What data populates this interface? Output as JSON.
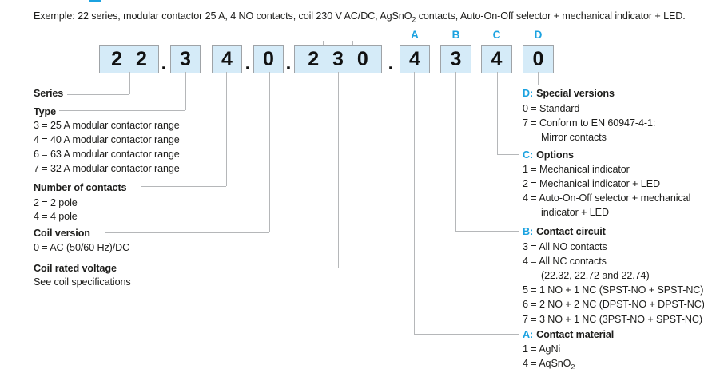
{
  "colors": {
    "accent_cyan": "#1ba2e0",
    "box_fill": "#d5ebf8",
    "box_border": "#9fa3a7",
    "connector_gray": "#b5b7b9",
    "text": "#1d1d1b"
  },
  "example": {
    "pre": "Exemple: 22 series, modular contactor 25 A, 4 NO contacts, coil 230 V AC/DC, AgSnO",
    "sub": "2",
    "post": " contacts, Auto-On-Off selector + mechanical indicator + LED."
  },
  "code": {
    "separator": ".",
    "boxes": [
      {
        "text": "2 2"
      },
      {
        "text": "3"
      },
      {
        "text": "4"
      },
      {
        "text": "0"
      },
      {
        "text": "2 3 0"
      },
      {
        "text": "4",
        "marker": "A"
      },
      {
        "text": "3",
        "marker": "B"
      },
      {
        "text": "4",
        "marker": "C"
      },
      {
        "text": "0",
        "marker": "D"
      }
    ]
  },
  "left": {
    "series": {
      "title": "Series"
    },
    "type": {
      "title": "Type",
      "items": [
        "3 = 25 A modular contactor range",
        "4 = 40 A modular contactor range",
        "6 = 63 A modular contactor range",
        "7 = 32 A modular contactor range"
      ]
    },
    "contacts": {
      "title": "Number of contacts",
      "items": [
        "2 = 2 pole",
        "4 = 4 pole"
      ]
    },
    "coil_version": {
      "title": "Coil version",
      "items": [
        "0 = AC (50/60 Hz)/DC"
      ]
    },
    "coil_voltage": {
      "title": "Coil rated voltage",
      "items": [
        "See coil specifications"
      ]
    }
  },
  "right": {
    "special_versions": {
      "letter": "D:",
      "title": "Special versions",
      "items": [
        "0 = Standard",
        "7 = Conform to EN 60947-4-1:",
        "Mirror contacts"
      ]
    },
    "options": {
      "letter": "C:",
      "title": "Options",
      "items": [
        "1 = Mechanical indicator",
        "2 = Mechanical indicator + LED",
        "4 = Auto-On-Off selector + mechanical",
        "indicator + LED"
      ]
    },
    "contact_circuit": {
      "letter": "B:",
      "title": "Contact circuit",
      "items": [
        "3 = All NO contacts",
        "4 = All NC contacts",
        "(22.32, 22.72 and 22.74)",
        "5 = 1 NO + 1 NC (SPST-NO + SPST-NC)",
        "6 = 2 NO + 2 NC (DPST-NO + DPST-NC)",
        "7 = 3 NO + 1 NC (3PST-NO + SPST-NC)"
      ]
    },
    "contact_material": {
      "letter": "A:",
      "title": "Contact material",
      "items": [
        "1 = AgNi"
      ],
      "item_sub_pre": "4 = AqSnO",
      "item_sub": "2"
    }
  }
}
